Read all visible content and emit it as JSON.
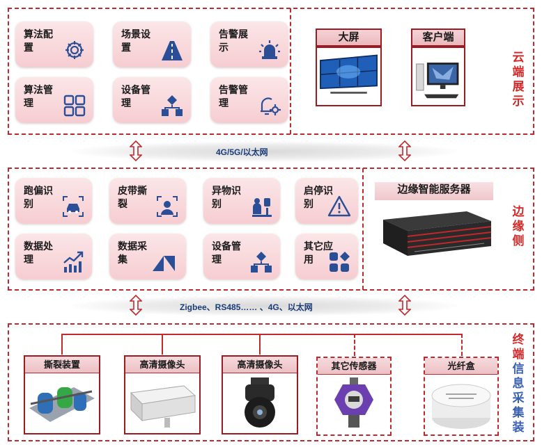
{
  "cloud": {
    "side_label": "云端展示",
    "tiles": [
      {
        "label": "算法配置",
        "icon": "gear-icon"
      },
      {
        "label": "场景设置",
        "icon": "road-icon"
      },
      {
        "label": "告警展示",
        "icon": "siren-icon"
      },
      {
        "label": "算法管理",
        "icon": "grid-icon"
      },
      {
        "label": "设备管理",
        "icon": "hierarchy-icon"
      },
      {
        "label": "告警管理",
        "icon": "bell-gear-icon"
      }
    ],
    "screen_title": "大屏",
    "client_title": "客户端"
  },
  "network_top": "4G/5G/以太网",
  "edge": {
    "side_label": "边缘侧",
    "tiles": [
      {
        "label": "跑偏识别",
        "icon": "car-scan-icon"
      },
      {
        "label": "皮带撕裂",
        "icon": "face-scan-icon"
      },
      {
        "label": "异物识别",
        "icon": "person-alert-icon"
      },
      {
        "label": "启停识别",
        "icon": "warning-icon"
      },
      {
        "label": "数据处理",
        "icon": "chart-up-icon"
      },
      {
        "label": "数据采集",
        "icon": "collect-icon"
      },
      {
        "label": "设备管理",
        "icon": "hierarchy-icon"
      },
      {
        "label": "其它应用",
        "icon": "apps-icon"
      }
    ],
    "server_title": "边缘智能服务器"
  },
  "network_bottom": "Zigbee、RS485…… 、4G、以太网",
  "terminal": {
    "side_label_red": "终端",
    "side_label_blue": "信息采集装",
    "devices": [
      {
        "label": "撕裂装置",
        "icon": "tear-device-icon"
      },
      {
        "label": "高清摄像头",
        "icon": "box-camera-icon"
      },
      {
        "label": "高清摄像头",
        "icon": "dome-camera-icon"
      },
      {
        "label": "其它传感器",
        "icon": "gas-sensor-icon"
      },
      {
        "label": "光纤盒",
        "icon": "fiber-box-icon"
      }
    ]
  },
  "colors": {
    "accent": "#c0282e",
    "tile": "#f6cdd1",
    "icon": "#2b4f96",
    "blue_text": "#3a5fb0"
  }
}
